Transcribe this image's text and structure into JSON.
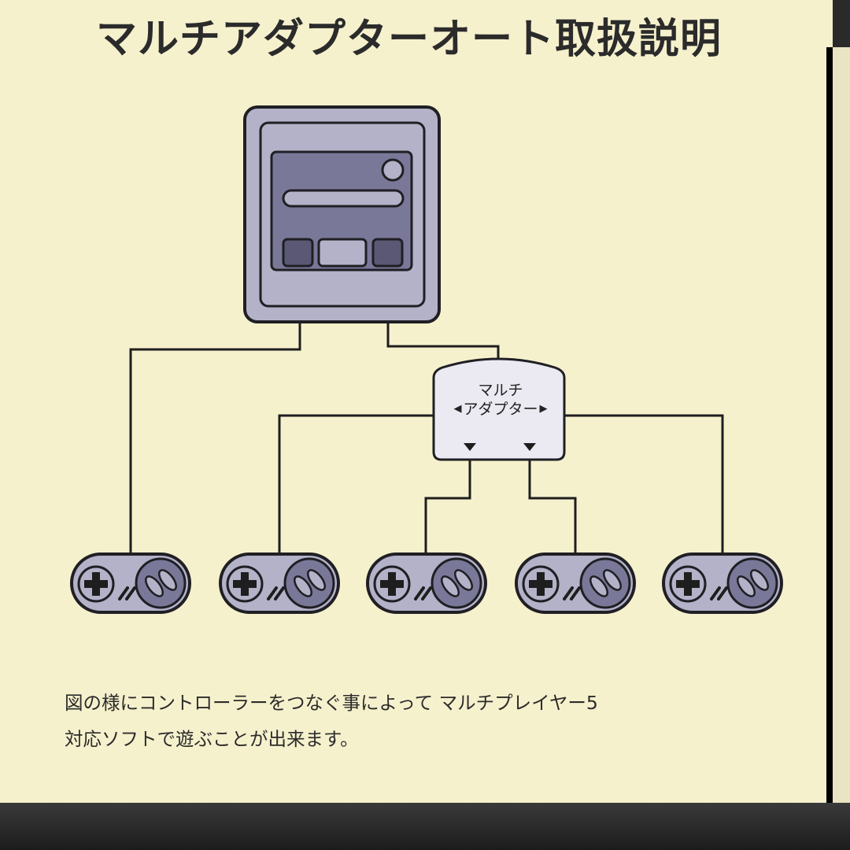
{
  "document": {
    "title": "マルチアダプターオート取扱説明",
    "adapter": {
      "line1": "マルチ",
      "line2": "アダプター",
      "left_arrow": "◀",
      "right_arrow": "▶"
    },
    "caption": {
      "line1": "図の様にコントローラーをつなぐ事によって マルチプレイヤー5",
      "line2": "対応ソフトで遊ぶことが出来ます。"
    }
  },
  "icons": {
    "console": "super-famicom-console-icon",
    "adapter": "multi-adapter-icon",
    "controller": "controller-icon"
  },
  "colors": {
    "paper": "#f6f1cd",
    "console_body": "#b4b2c8",
    "console_panel": "#7a7898",
    "outline": "#1f1f24"
  }
}
